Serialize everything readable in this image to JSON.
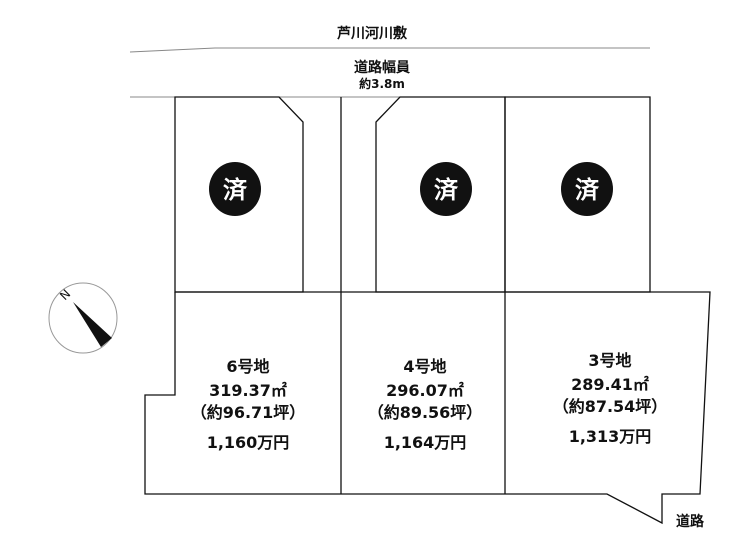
{
  "labels": {
    "river": "芦川河川敷",
    "road_width_title": "道路幅員",
    "road_width_value": "約3.8m",
    "road": "道路",
    "compass_north": "N"
  },
  "sold_mark": "済",
  "lots": [
    {
      "name": "6号地",
      "area": "319.37㎡",
      "tsubo": "（約96.71坪）",
      "price": "1,160万円",
      "upper_lot_sold": true
    },
    {
      "name": "4号地",
      "area": "296.07㎡",
      "tsubo": "（約89.56坪）",
      "price": "1,164万円",
      "upper_lot_sold": true
    },
    {
      "name": "3号地",
      "area": "289.41㎡",
      "tsubo": "（約87.54坪）",
      "price": "1,313万円",
      "upper_lot_sold": true
    }
  ],
  "colors": {
    "line": "#111111",
    "sold_badge": "#111111",
    "sold_text": "#ffffff"
  }
}
